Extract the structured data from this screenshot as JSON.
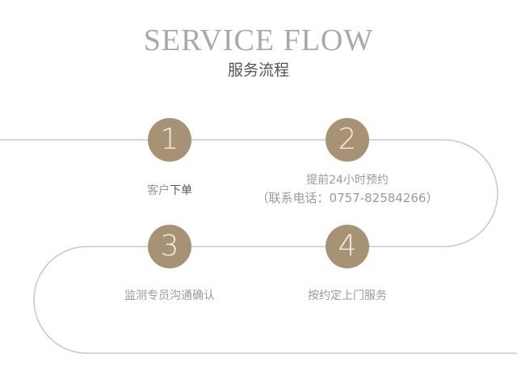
{
  "header": {
    "title_en": "SERVICE FLOW",
    "title_cn": "服务流程"
  },
  "colors": {
    "accent": "#a89276",
    "line": "#c8c8c8",
    "title_en": "#a9a9a9",
    "label": "#9a9a9a"
  },
  "steps": [
    {
      "number": "1",
      "label_light": "客户",
      "label_dark": "下单"
    },
    {
      "number": "2",
      "label_line1": "提前24小时预约",
      "label_line2": "（联系电话：0757-82584266）"
    },
    {
      "number": "3",
      "label": "监测专员沟通确认"
    },
    {
      "number": "4",
      "label": "按约定上门服务"
    }
  ]
}
